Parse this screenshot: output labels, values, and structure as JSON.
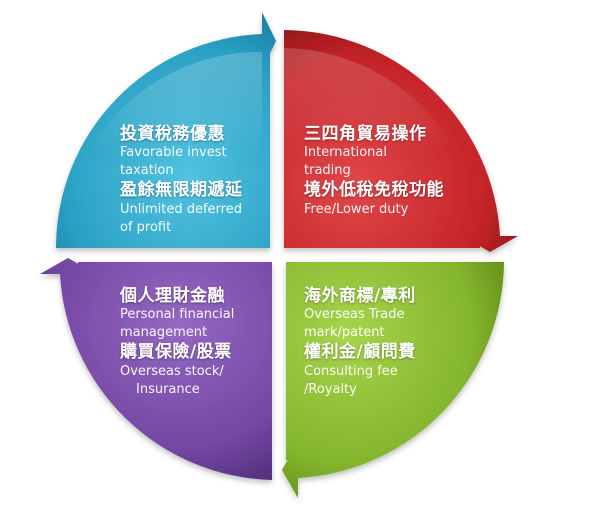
{
  "quadrants": {
    "top_left": {
      "color": "#2fa7c9",
      "title1": "投資稅務優惠",
      "sub1a": "Favorable invest",
      "sub1b": "taxation",
      "title2": "盈餘無限期遞延",
      "sub2a": "Unlimited deferred",
      "sub2b": "of profit"
    },
    "top_right": {
      "color": "#c9292e",
      "title1": "三四角貿易操作",
      "sub1a": "International",
      "sub1b": "trading",
      "title2": "境外低稅免稅功能",
      "sub2a": "Free/Lower duty"
    },
    "bottom_left": {
      "color": "#7a4fa8",
      "title1": "個人理財金融",
      "sub1a": "Personal financial",
      "sub1b": "management",
      "title2": "購買保險/股票",
      "sub2a": "Overseas stock/",
      "sub2b": "Insurance"
    },
    "bottom_right": {
      "color": "#86b832",
      "title1": "海外商標/專利",
      "sub1a": "Overseas Trade",
      "sub1b": "mark/patent",
      "title2": "權利金/顧問費",
      "sub2a": "Consulting fee",
      "sub2b": "/Royalty"
    }
  }
}
